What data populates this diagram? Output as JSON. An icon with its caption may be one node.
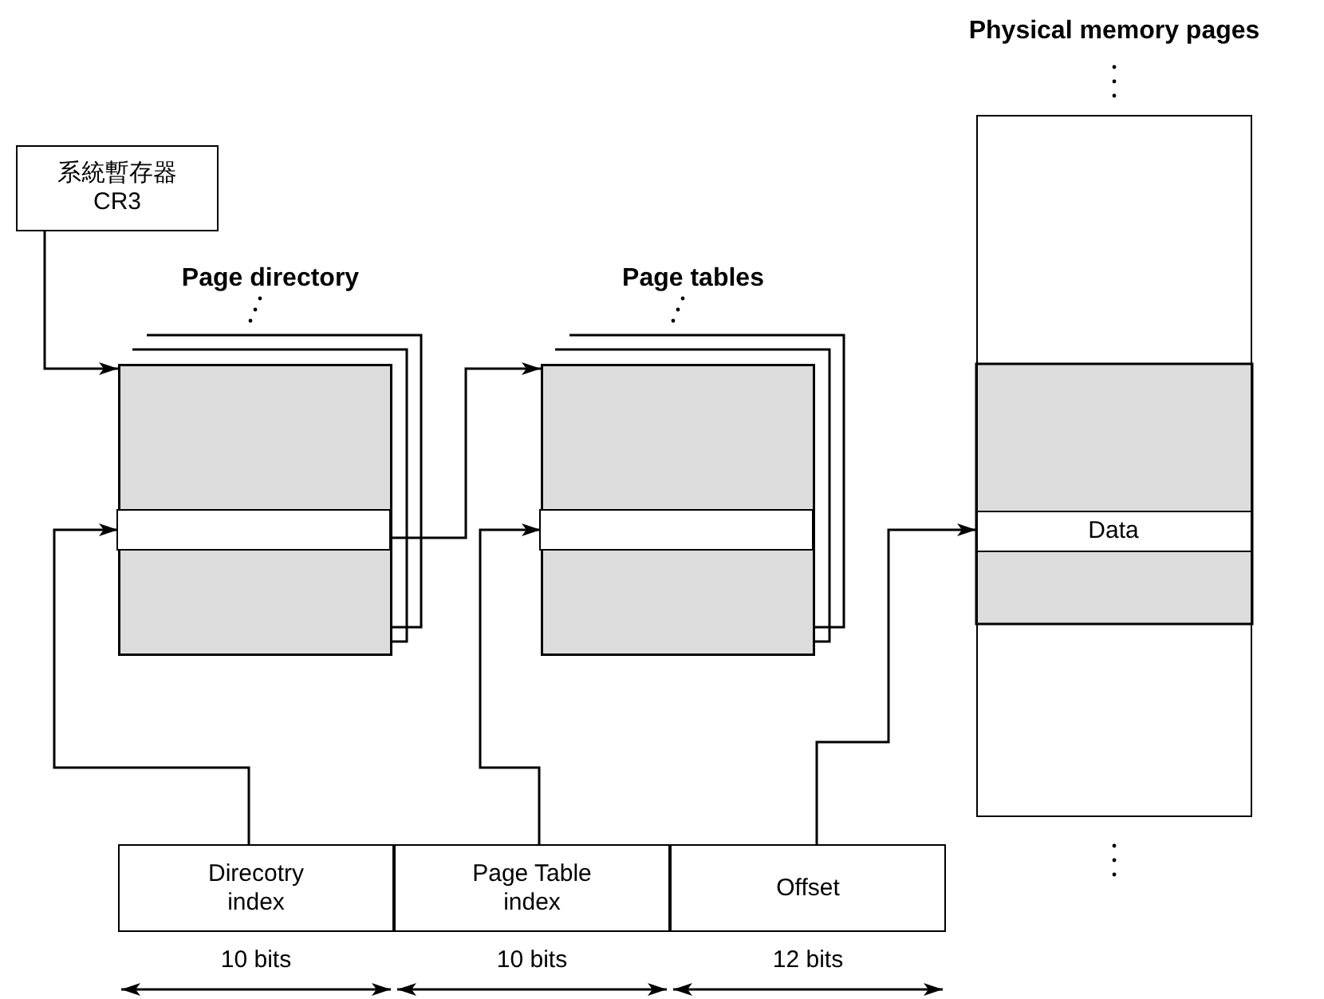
{
  "diagram": {
    "nodes": [
      {
        "text": [
          "系統暫存器",
          "CR3"
        ]
      },
      {
        "text": [
          "Page directory"
        ]
      },
      {
        "text": [],
        "shape": "bar",
        "in": 1
      },
      {
        "text": [
          "Page tables"
        ]
      },
      {
        "text": [],
        "shape": "bar",
        "in": 3
      },
      {
        "text": [
          "Physical memory pages"
        ]
      },
      {
        "text": [
          "Data"
        ],
        "in": 5
      },
      {
        "text": [
          "Direcotry index"
        ],
        "beside": [
          "10 bits"
        ]
      },
      {
        "text": [
          "Page Table index"
        ],
        "beside": [
          "10 bits"
        ]
      },
      {
        "text": [
          "Offset"
        ],
        "beside": [
          "12 bits"
        ]
      }
    ],
    "edges": [
      {
        "from": 0,
        "to": 1,
        "arrow": "to"
      },
      {
        "from": 7,
        "to": 2,
        "arrow": "to"
      },
      {
        "from": 2,
        "to": 3,
        "arrow": "to"
      },
      {
        "from": 8,
        "to": 4,
        "arrow": "to"
      },
      {
        "from": 9,
        "to": 6,
        "arrow": "to"
      }
    ]
  }
}
